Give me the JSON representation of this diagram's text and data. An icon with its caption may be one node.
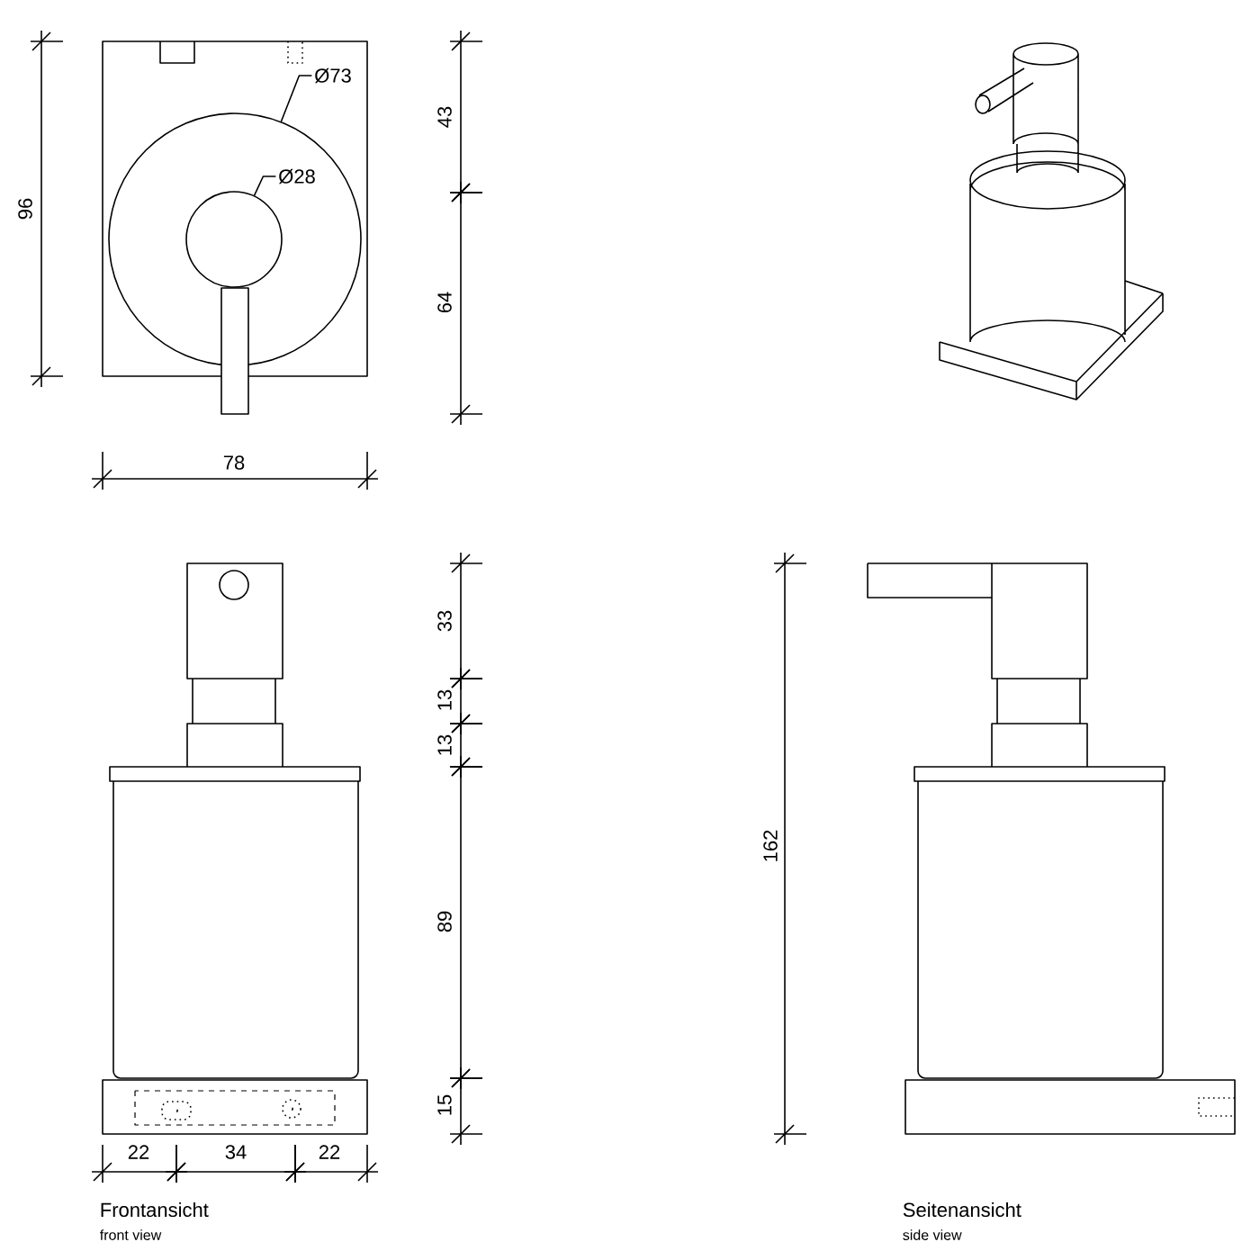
{
  "diagram": {
    "nodes": [
      {
        "text": [
          "Ø73"
        ]
      },
      {
        "text": [],
        "shape": "circle"
      },
      {
        "text": [
          "Ø28"
        ],
        "in": 1
      },
      {
        "text": [],
        "shape": "circle",
        "in": 1
      }
    ],
    "edges": [
      {
        "from": 0,
        "to": 1,
        "arrow": "none"
      },
      {
        "from": 2,
        "to": 3,
        "arrow": "none"
      }
    ],
    "labels": [
      "96",
      "78",
      "43",
      "64",
      "33",
      "13",
      "13",
      "89",
      "15",
      "22",
      "34",
      "22",
      "162",
      "Frontansicht",
      "front view",
      "Seitenansicht",
      "side view"
    ]
  }
}
